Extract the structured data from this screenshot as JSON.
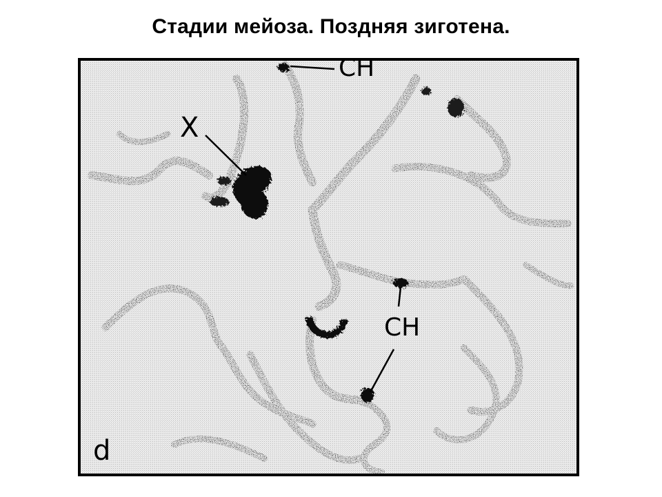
{
  "slide": {
    "title": "Стадии мейоза. Поздняя зиготена."
  },
  "figure": {
    "labels": {
      "x_chromosome": "X",
      "ch_top": "CH",
      "ch_bottom": "CH",
      "panel_letter": "d"
    },
    "colors": {
      "background": "#ffffff",
      "field": "#e8e8e8",
      "stain": "#2a2a2a",
      "dense_stain": "#080808",
      "frame": "#000000"
    }
  }
}
